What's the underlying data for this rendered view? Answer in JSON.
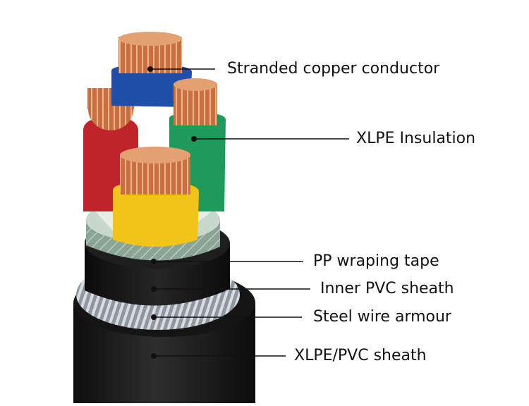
{
  "labels": {
    "stranded_copper_conductor": "Stranded copper conductor",
    "xlpe_insulation": "XLPE Insulation",
    "pp_wrapping_tape": "PP wraping tape",
    "inner_pvc_sheath": "Inner PVC sheath",
    "steel_wire_armour": "Steel wire armour",
    "outer_sheath": "XLPE/PVC sheath"
  },
  "colors": {
    "copper": "#c8703f",
    "core_blue_insulation": "#1f4fa8",
    "core_red_insulation": "#c0242b",
    "core_green_insulation": "#1f9a5a",
    "core_yellow_insulation": "#f2c318",
    "pp_tape": "#9fb7a4",
    "inner_sheath": "#1a1a1a",
    "armour": "#9aa2aa",
    "outer_sheath": "#1c1c1c",
    "leader_line": "#111111"
  }
}
